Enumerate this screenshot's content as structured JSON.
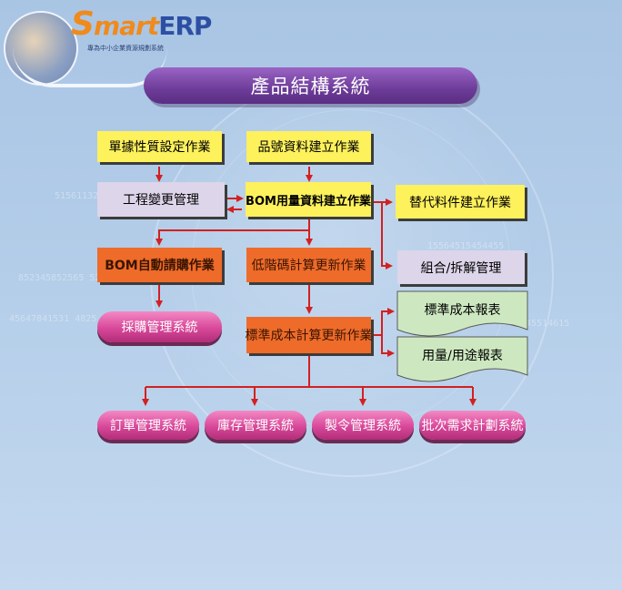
{
  "logo": {
    "brand_s": "S",
    "brand_mart": "mart",
    "brand_erp": "ERP",
    "tagline": "專為中小企業資源規劃系統"
  },
  "title": "產品結構系統",
  "colors": {
    "title_banner": "#6d3c99",
    "yellow_box": "#fdf15c",
    "lavender_box": "#ddd5ea",
    "orange_box": "#ee6b2a",
    "pink_pill": "#d8489a",
    "green_doc": "#cde8c0",
    "connector": "#d32020"
  },
  "nodes": {
    "unit_property": "單據性質設定作業",
    "item_data": "品號資料建立作業",
    "engineering_change": "工程變更管理",
    "bom_data": "BOM用量資料建立作業",
    "substitute_parts": "替代料件建立作業",
    "bom_auto_request": "BOM自動請購作業",
    "low_level_code": "低階碼計算更新作業",
    "assembly_disassembly": "組合/拆解管理",
    "purchasing": "採購管理系統",
    "standard_cost_update": "標準成本計算更新作業",
    "standard_cost_report": "標準成本報表",
    "usage_report": "用量/用途報表",
    "order_mgmt": "訂單管理系統",
    "inventory_mgmt": "庫存管理系統",
    "production_order": "製令管理系統",
    "batch_mrp": "批次需求計劃系統"
  }
}
